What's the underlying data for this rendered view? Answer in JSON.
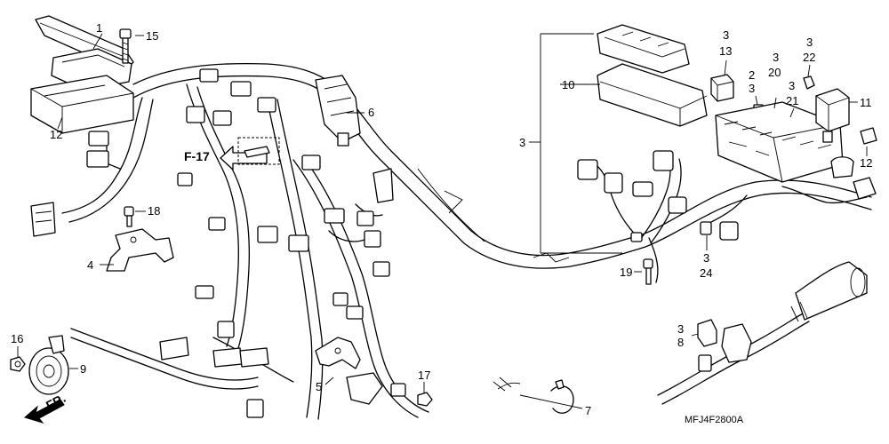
{
  "diagram": {
    "drawing_code": "MFJ4F2800A",
    "ref_figure": "F-17",
    "direction": "FR.",
    "callouts": {
      "c1": "1",
      "c15": "15",
      "c12a": "12",
      "c6": "6",
      "c18": "18",
      "c4": "4",
      "c16": "16",
      "c9": "9",
      "c5": "5",
      "c17": "17",
      "c7": "7",
      "c10": "10",
      "c3main": "3",
      "c19": "19",
      "c13_pre": "3",
      "c13": "13",
      "c2": "2",
      "c2_sub": "3",
      "c20_pre": "3",
      "c20": "20",
      "c21_pre": "3",
      "c21": "21",
      "c22_pre": "3",
      "c22": "22",
      "c11": "11",
      "c12b": "12",
      "c24_pre": "3",
      "c24": "24",
      "c8_pre": "3",
      "c8": "8"
    }
  }
}
